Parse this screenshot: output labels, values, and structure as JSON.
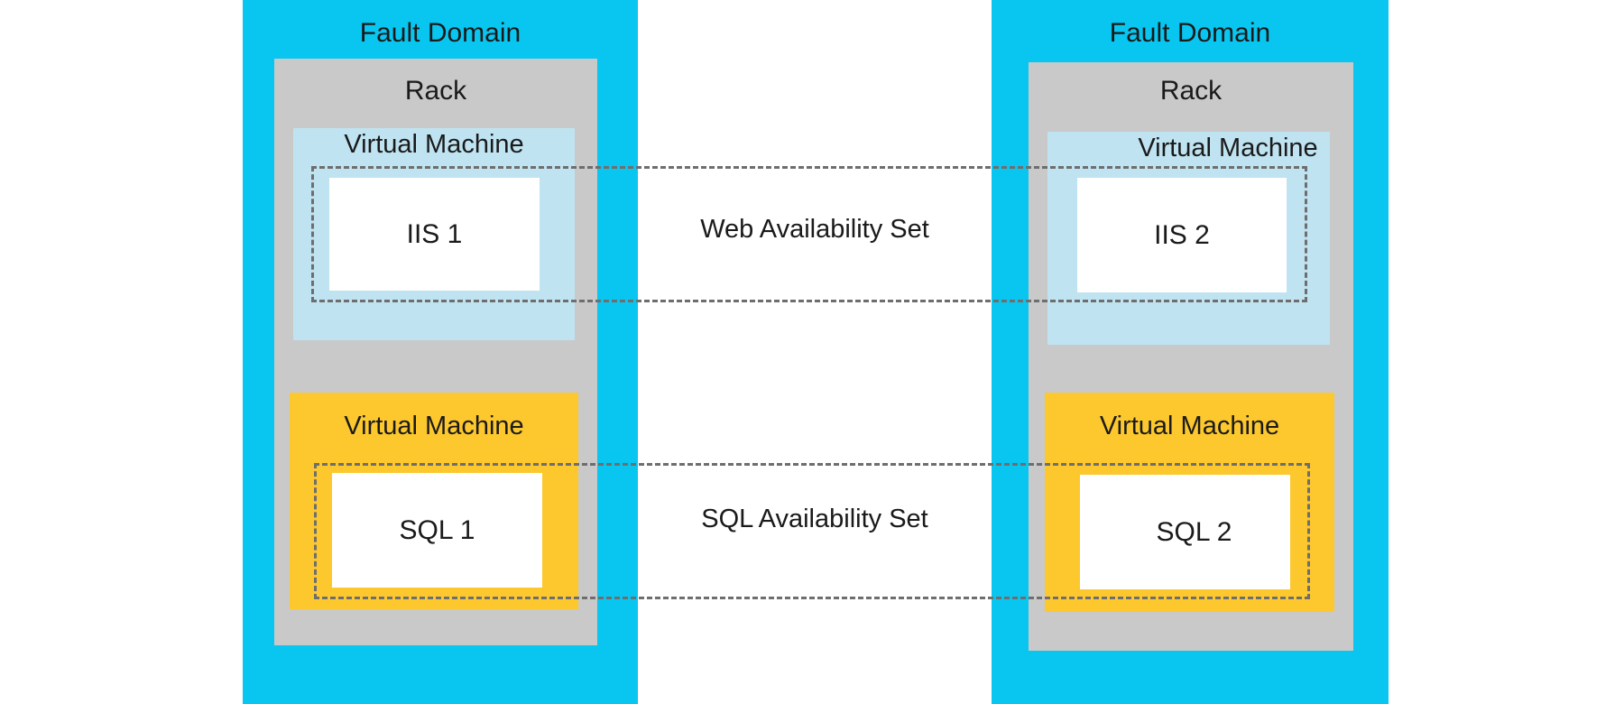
{
  "colors": {
    "fault_domain": "#08c6f0",
    "rack": "#c9c9c9",
    "web_vm": "#bfe3f1",
    "sql_vm": "#fdc82e",
    "server": "#ffffff",
    "availability_set_border": "#6e6e6e"
  },
  "fault_domains": [
    {
      "label": "Fault Domain",
      "rack": {
        "label": "Rack",
        "web_vm": {
          "label": "Virtual Machine",
          "server": "IIS 1"
        },
        "sql_vm": {
          "label": "Virtual Machine",
          "server": "SQL 1"
        }
      }
    },
    {
      "label": "Fault Domain",
      "rack": {
        "label": "Rack",
        "web_vm": {
          "label": "Virtual Machine",
          "server": "IIS 2"
        },
        "sql_vm": {
          "label": "Virtual Machine",
          "server": "SQL 2"
        }
      }
    }
  ],
  "availability_sets": {
    "web": "Web Availability Set",
    "sql": "SQL Availability Set"
  }
}
